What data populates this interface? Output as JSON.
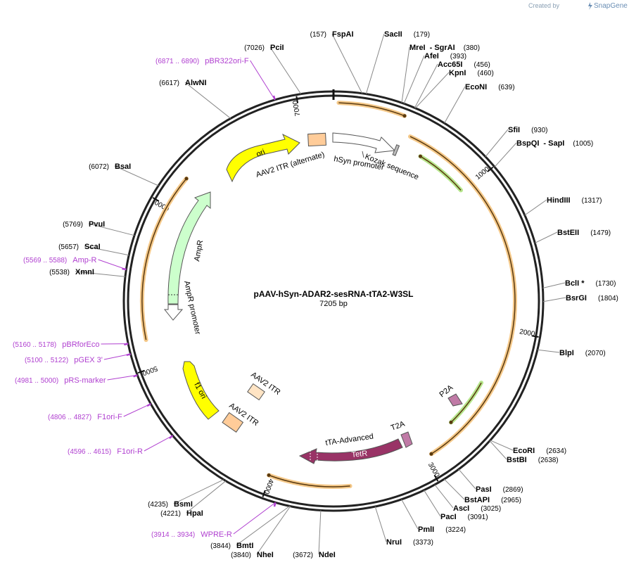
{
  "brand": {
    "created_by": "Created by",
    "name": "SnapGene"
  },
  "map": {
    "title": "pAAV-hSyn-ADAR2-sesRNA-tTA2-W3SL",
    "size_label": "7205 bp",
    "total_bp": 7205
  },
  "enzymes": [
    {
      "name": "FspAI",
      "pos": "(157)",
      "bp": 157
    },
    {
      "name": "SacII",
      "pos": "(179)",
      "bp": 179
    },
    {
      "name": "MreI",
      "pos": "(380)",
      "bp": 380,
      "extra": "- SgrAI"
    },
    {
      "name": "AfeI",
      "pos": "(393)",
      "bp": 393
    },
    {
      "name": "Acc65I",
      "pos": "(456)",
      "bp": 456
    },
    {
      "name": "KpnI",
      "pos": "(460)",
      "bp": 460
    },
    {
      "name": "EcoNI",
      "pos": "(639)",
      "bp": 639
    },
    {
      "name": "SfiI",
      "pos": "(930)",
      "bp": 930
    },
    {
      "name": "BspQI",
      "pos": "(1005)",
      "bp": 1005,
      "extra": "- SapI"
    },
    {
      "name": "HindIII",
      "pos": "(1317)",
      "bp": 1317
    },
    {
      "name": "BstEII",
      "pos": "(1479)",
      "bp": 1479
    },
    {
      "name": "BclI *",
      "pos": "(1730)",
      "bp": 1730
    },
    {
      "name": "BsrGI",
      "pos": "(1804)",
      "bp": 1804
    },
    {
      "name": "BlpI",
      "pos": "(2070)",
      "bp": 2070
    },
    {
      "name": "EcoRI",
      "pos": "(2634)",
      "bp": 2634
    },
    {
      "name": "BstBI",
      "pos": "(2638)",
      "bp": 2638
    },
    {
      "name": "PasI",
      "pos": "(2869)",
      "bp": 2869
    },
    {
      "name": "BstAPI",
      "pos": "(2965)",
      "bp": 2965
    },
    {
      "name": "AscI",
      "pos": "(3025)",
      "bp": 3025
    },
    {
      "name": "PacI",
      "pos": "(3091)",
      "bp": 3091
    },
    {
      "name": "PmlI",
      "pos": "(3224)",
      "bp": 3224
    },
    {
      "name": "NruI",
      "pos": "(3373)",
      "bp": 3373
    },
    {
      "name": "NdeI",
      "pos": "(3672)",
      "bp": 3672
    },
    {
      "name": "NheI",
      "pos": "(3840)",
      "bp": 3840
    },
    {
      "name": "BmtI",
      "pos": "(3844)",
      "bp": 3844
    },
    {
      "name": "HpaI",
      "pos": "(4221)",
      "bp": 4221
    },
    {
      "name": "BsmI",
      "pos": "(4235)",
      "bp": 4235
    },
    {
      "name": "XmnI",
      "pos": "(5538)",
      "bp": 5538
    },
    {
      "name": "ScaI",
      "pos": "(5657)",
      "bp": 5657
    },
    {
      "name": "PvuI",
      "pos": "(5769)",
      "bp": 5769
    },
    {
      "name": "BsaI",
      "pos": "(6072)",
      "bp": 6072
    },
    {
      "name": "AlwNI",
      "pos": "(6617)",
      "bp": 6617
    },
    {
      "name": "PciI",
      "pos": "(7026)",
      "bp": 7026
    }
  ],
  "primers": [
    {
      "name": "pBR322ori-F",
      "range": "(6871 .. 6890)",
      "bp": 6880
    },
    {
      "name": "Amp-R",
      "range": "(5569 .. 5588)",
      "bp": 5578
    },
    {
      "name": "pBRforEco",
      "range": "(5160 .. 5178)",
      "bp": 5169
    },
    {
      "name": "pGEX 3'",
      "range": "(5100 .. 5122)",
      "bp": 5111
    },
    {
      "name": "pRS-marker",
      "range": "(4981 .. 5000)",
      "bp": 4990
    },
    {
      "name": "F1ori-F",
      "range": "(4806 .. 4827)",
      "bp": 4816
    },
    {
      "name": "F1ori-R",
      "range": "(4596 .. 4615)",
      "bp": 4605
    },
    {
      "name": "WPRE-R",
      "range": "(3914 .. 3934)",
      "bp": 3924
    }
  ],
  "ticks": [
    "1000",
    "2000",
    "3000",
    "4000",
    "5000",
    "6000",
    "7000"
  ],
  "features": {
    "ori": "ori",
    "aav2_itr_alt": "AAV2 ITR (alternate)",
    "hsyn_promoter": "hSyn promoter",
    "kozak": "Kozak sequence",
    "ampr": "AmpR",
    "ampr_promoter": "AmpR promoter",
    "f1_ori": "f1 ori",
    "aav2_itr_1": "AAV2 ITR",
    "aav2_itr_2": "AAV2 ITR",
    "p2a": "P2A",
    "t2a": "T2A",
    "tta_advanced": "tTA-Advanced",
    "tetr": "TetR"
  },
  "colors": {
    "ori": "#ffff00",
    "ampr": "#ccffcc",
    "itr": "#ffcc99",
    "orf_orange": "#f5c98a",
    "orf_green": "#b6e68c",
    "tetr": "#993366",
    "t2a": "#c07aa6",
    "primer": "#b040d0"
  }
}
